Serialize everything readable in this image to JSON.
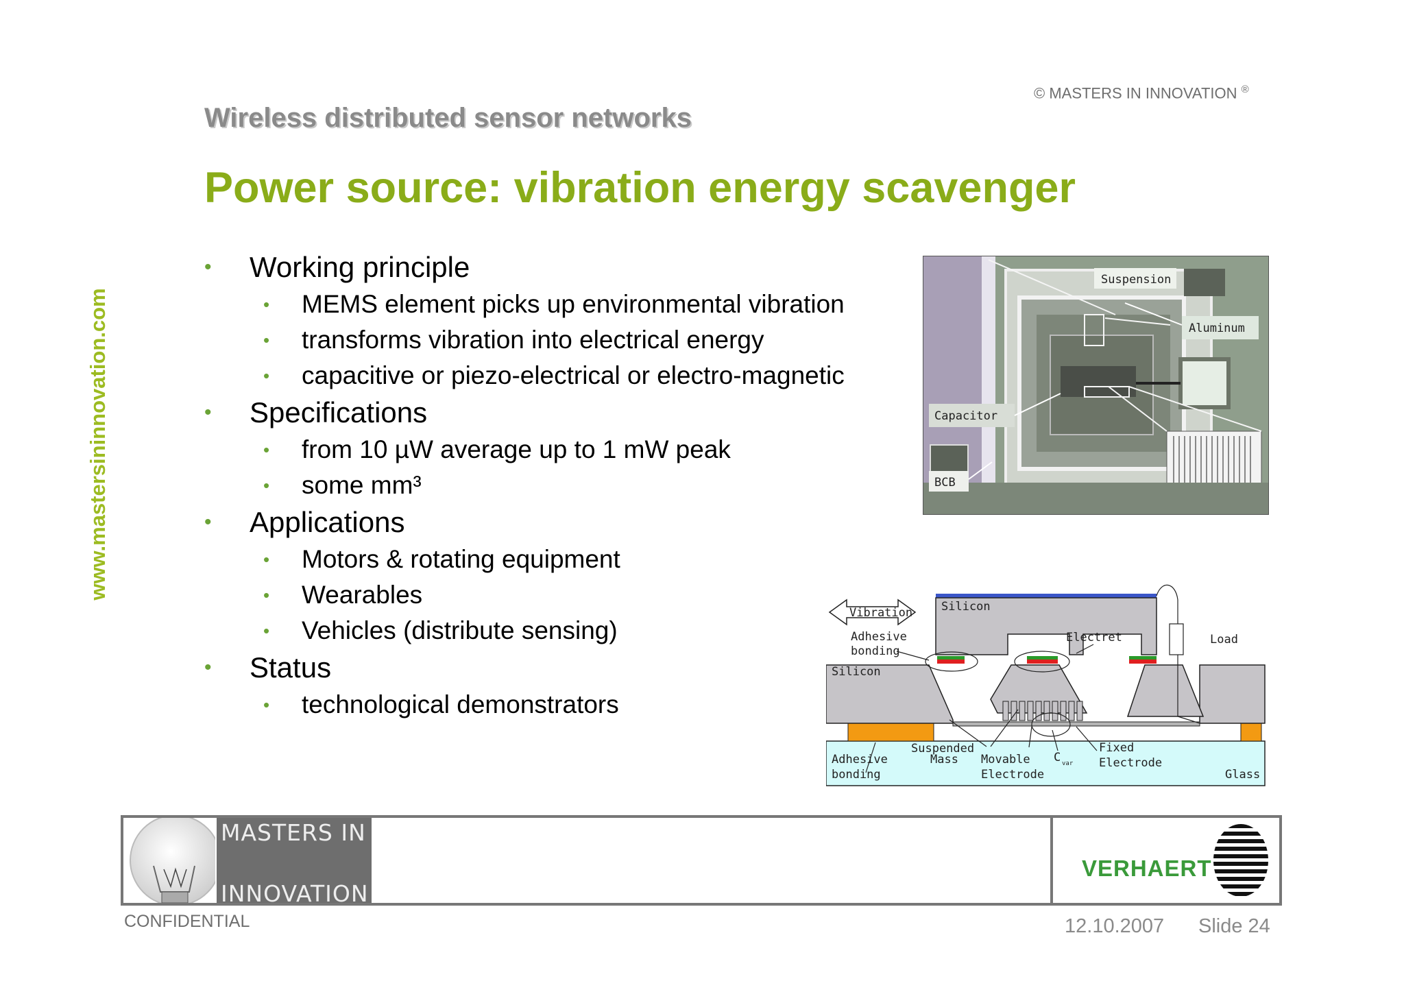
{
  "header": {
    "copyright": "© MASTERS IN INNOVATION",
    "registered": "®",
    "supertitle": "Wireless distributed sensor networks",
    "title": "Power source: vibration energy scavenger"
  },
  "sidebar": {
    "url": "www.mastersininnovation.com"
  },
  "bullets": [
    {
      "label": "Working principle",
      "sub": [
        "MEMS element picks up environmental vibration",
        "transforms vibration into electrical energy",
        "capacitive or piezo-electrical or electro-magnetic"
      ]
    },
    {
      "label": "Specifications",
      "sub": [
        "from 10 µW average up to 1 mW peak",
        "some mm³"
      ]
    },
    {
      "label": "Applications",
      "sub": [
        "Motors & rotating equipment",
        "Wearables",
        "Vehicles (distribute sensing)"
      ]
    },
    {
      "label": "Status",
      "sub": [
        "technological demonstrators"
      ]
    }
  ],
  "bullet_glyph": "•",
  "photo": {
    "labels": {
      "suspension": "Suspension",
      "aluminum": "Aluminum",
      "capacitor": "Capacitor",
      "bcb": "BCB"
    }
  },
  "diagram": {
    "labels": {
      "vibration": "Vibration",
      "silicon_top": "Silicon",
      "adhesive1": "Adhesive",
      "adhesive1b": "bonding",
      "electret": "Electret",
      "load": "Load",
      "silicon_left": "Silicon",
      "suspended": "Suspended",
      "mass": "Mass",
      "movable": "Movable",
      "electrode": "Electrode",
      "cvar": "C",
      "cvar_sub": "var",
      "fixed": "Fixed",
      "fixed_electrode": "Electrode",
      "adhesive2": "Adhesive",
      "adhesive2b": "bonding",
      "glass": "Glass"
    }
  },
  "footer": {
    "logo_top": "MASTERS  IN",
    "logo_bottom": "INNOVATION",
    "partner": "VERHAERT",
    "confidential": "CONFIDENTIAL",
    "date": "12.10.2007",
    "slide": "Slide 24"
  },
  "colors": {
    "title_green": "#8aac19",
    "bullet_green": "#6aa336",
    "gray_text": "#8a8a8a",
    "frame_gray": "#777777"
  }
}
